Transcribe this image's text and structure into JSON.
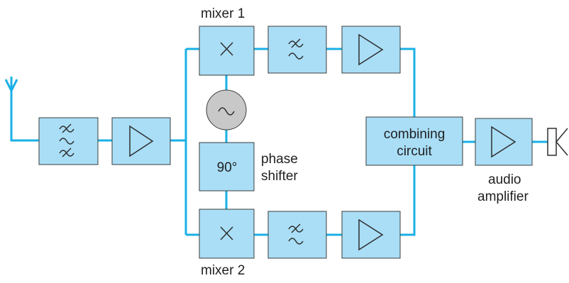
{
  "diagram": {
    "labels": {
      "mixer1": "mixer 1",
      "mixer2": "mixer 2",
      "phase_line1": "phase",
      "phase_line2": "shifter",
      "phase_value": "90°",
      "combining_line1": "combining",
      "combining_line2": "circuit",
      "audio_line1": "audio",
      "audio_line2": "amplifier"
    },
    "colors": {
      "line": "#1ab0e6",
      "box_fill": "#a9def6",
      "box_stroke": "#3c3c3c",
      "oscillator_fill": "#c8c8c8",
      "symbol": "#2e2e2e"
    },
    "icons": {
      "antenna": "antenna-icon",
      "filter": "bandpass-filter-icon",
      "amplifier": "amplifier-triangle-icon",
      "mixer": "multiply-icon",
      "oscillator": "sine-wave-icon",
      "loudspeaker": "loudspeaker-icon"
    }
  }
}
